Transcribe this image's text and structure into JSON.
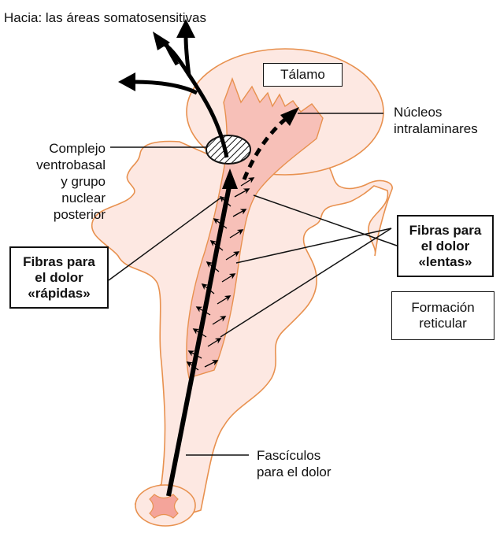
{
  "labels": {
    "top": "Hacia: las áreas somatosensitivas",
    "talamo": "Tálamo",
    "nucleos": [
      "Núcleos",
      "intralaminares"
    ],
    "complejo": [
      "Complejo",
      "ventrobasal",
      "y grupo",
      "nuclear",
      "posterior"
    ],
    "rapidas": [
      "Fibras para",
      "el dolor",
      "«rápidas»"
    ],
    "lentas": [
      "Fibras para",
      "el dolor",
      "«lentas»"
    ],
    "formacion": [
      "Formación",
      "reticular"
    ],
    "fasciculos": [
      "Fascículos",
      "para el dolor"
    ]
  },
  "colors": {
    "outline": "#e8914f",
    "brainstem_fill": "#fde8e2",
    "reticular_fill": "#f7c0b8",
    "arrow": "#000000"
  }
}
